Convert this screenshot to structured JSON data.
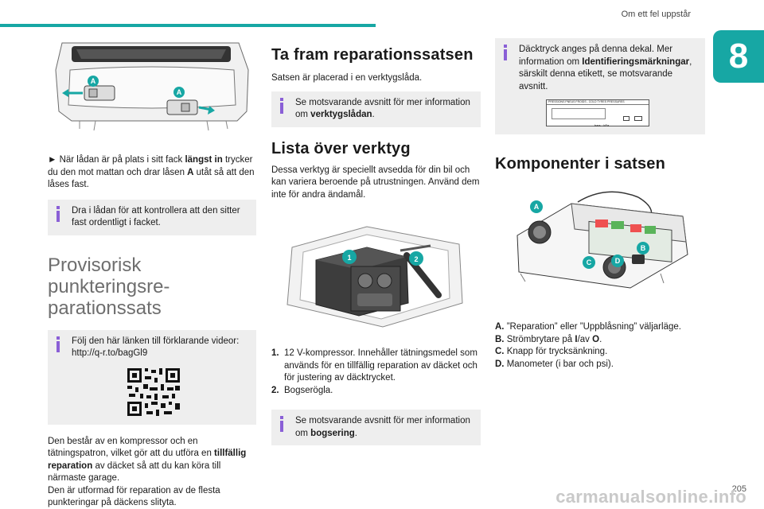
{
  "header": {
    "chapter_title": "Om ett fel uppstår",
    "chapter_number": "8",
    "accent_color": "#17a7a4"
  },
  "col1": {
    "step_prefix": "► När lådan är på plats i sitt fack ",
    "step_bold": "längst in",
    "step_mid": " trycker du den mot mattan och drar låsen ",
    "step_bold2": "A",
    "step_end": " utåt så att den låses fast.",
    "info1": "Dra i lådan för att kontrollera att den sitter fast ordentligt i facket.",
    "section_title": "Provisorisk punkteringsre-parationssats",
    "info2": "Följ den här länken till förklarande videor: http://q-r.to/bagGl9",
    "p1_prefix": "Den består av en kompressor och en tätningspatron, vilket gör att du utföra en ",
    "p1_bold": "tillfällig reparation",
    "p1_end": " av däcket så att du kan köra till närmaste garage.",
    "p2": "Den är utformad för reparation av de flesta punkteringar på däckens slityta.",
    "illustration_labels": [
      "A",
      "A"
    ]
  },
  "col2": {
    "heading1": "Ta fram reparationssatsen",
    "p1": "Satsen är placerad i en verktygslåda.",
    "info1_prefix": "Se motsvarande avsnitt för mer information om ",
    "info1_bold": "verktygslådan",
    "info1_end": ".",
    "heading2": "Lista över verktyg",
    "p2": "Dessa verktyg är speciellt avsedda för din bil och kan variera beroende på utrustningen. Använd dem inte för andra ändamål.",
    "illustration_labels": [
      "1",
      "2"
    ],
    "list": [
      {
        "num": "1.",
        "text": "12 V-kompressor. Innehåller tätningsmedel som används för en tillfällig reparation av däcket och för justering av däcktrycket."
      },
      {
        "num": "2.",
        "text": "Bogserögla."
      }
    ],
    "info2_prefix": "Se motsvarande avsnitt för mer information om ",
    "info2_bold": "bogsering",
    "info2_end": "."
  },
  "col3": {
    "info1_text": "Däcktryck anges på denna dekal. Mer information om ",
    "info1_bold": "Identifieringsmärkningar",
    "info1_end": ", särskilt denna etikett, se motsvarande avsnitt.",
    "label_header": "PRESSIONS PNEUS FROIDS - COLD TYRES PRESSURES",
    "label_units": "bars · kPa",
    "heading": "Komponenter i satsen",
    "illustration_labels": [
      "A",
      "B",
      "C",
      "D"
    ],
    "components": [
      {
        "letter": "A.",
        "text": "”Reparation” eller ”Uppblåsning” väljarläge."
      },
      {
        "letter": "B.",
        "text_prefix": "Strömbrytare på ",
        "bold1": "I",
        "mid": "/av ",
        "bold2": "O",
        "text_end": "."
      },
      {
        "letter": "C.",
        "text": "Knapp för trycksänkning."
      },
      {
        "letter": "D.",
        "text": "Manometer (i bar och psi)."
      }
    ]
  },
  "footer": {
    "page_number": "205",
    "watermark": "carmanualsonline.info"
  }
}
